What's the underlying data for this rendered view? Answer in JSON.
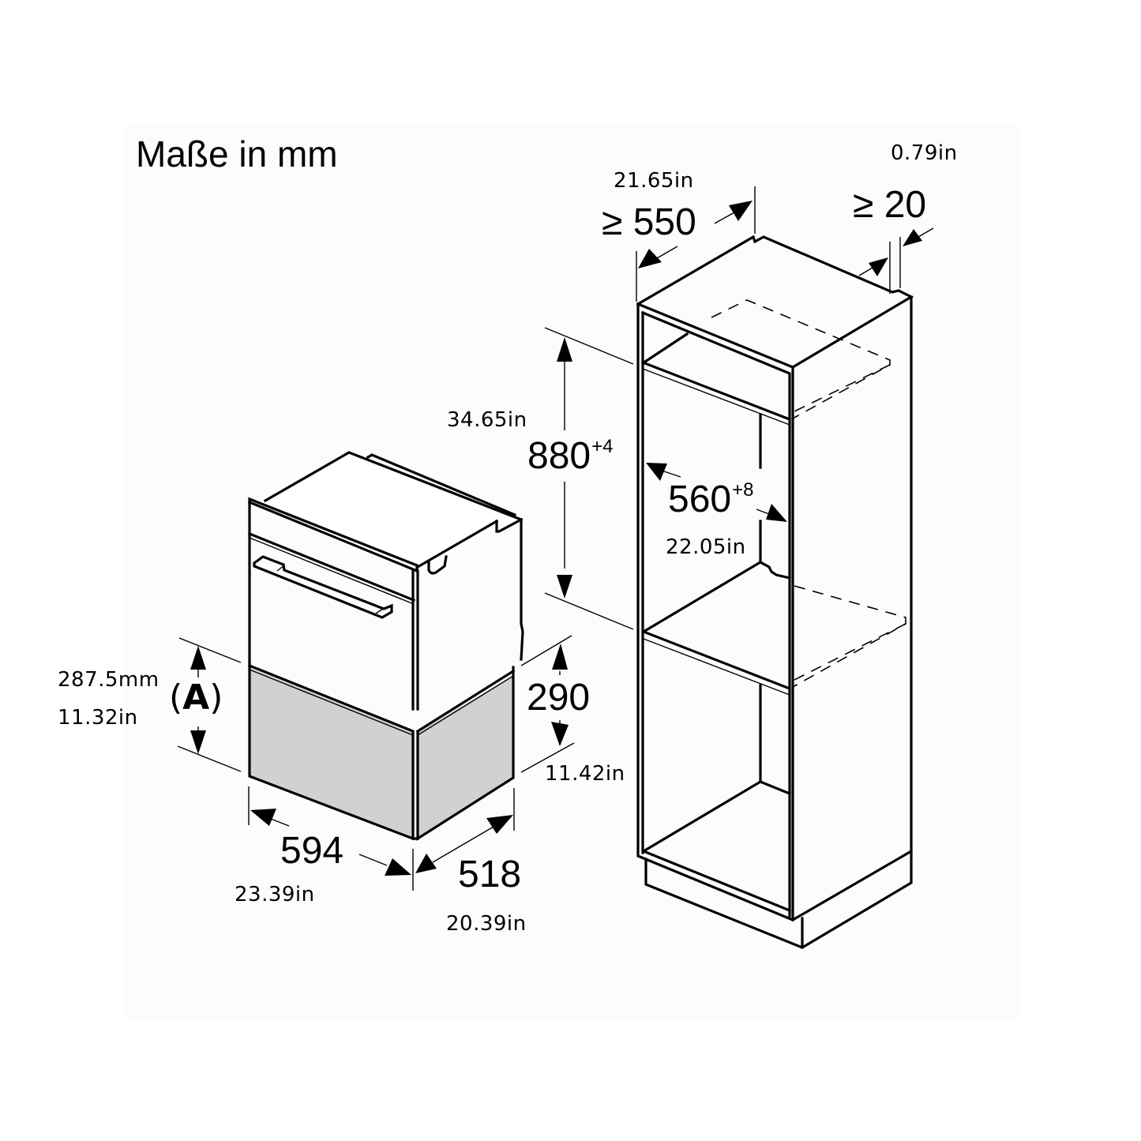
{
  "title": "Maße in mm",
  "colors": {
    "line": "#000000",
    "drawer_fill": "#d1d1d1",
    "panel_background": "#fcfcfc",
    "page_background": "#ffffff"
  },
  "appliance": {
    "name": "oven with warming drawer",
    "drawer_marker": {
      "open_paren": "(",
      "letter": "A",
      "close_paren": ")",
      "height_mm": "287.5mm",
      "height_in": "11.32in"
    },
    "drawer_height": {
      "mm": "290",
      "in": "11.42in"
    },
    "width": {
      "mm": "594",
      "in": "23.39in"
    },
    "depth": {
      "mm": "518",
      "in": "20.39in"
    }
  },
  "cabinet": {
    "name": "tall housing cabinet",
    "depth": {
      "prefix": "≥ ",
      "mm": "550",
      "in": "21.65in"
    },
    "rear_gap": {
      "prefix": "≥ ",
      "mm": "20",
      "in": "0.79in"
    },
    "niche_height": {
      "mm": "880",
      "tolerance": "+4",
      "in": "34.65in"
    },
    "niche_width": {
      "mm": "560",
      "tolerance": "+8",
      "in": "22.05in"
    }
  }
}
